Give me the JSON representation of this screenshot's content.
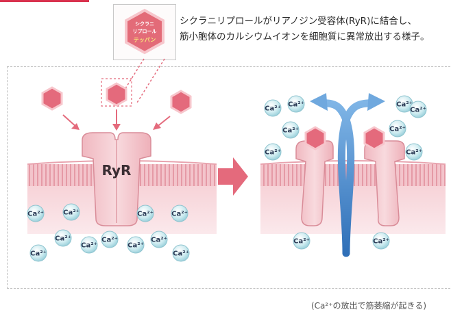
{
  "caption": {
    "line1": "シクラニリプロールがリアノジン受容体(RyR)に結合し、",
    "line2": "筋小胞体のカルシウムイオンを細胞質に異常放出する様子。"
  },
  "legend": {
    "line1": "シクラニ",
    "line2": "リプロール",
    "line3": "テッパン"
  },
  "diagram": {
    "receptor_label": "RyR",
    "ion_label": "Ca²⁺"
  },
  "footnote": "(Ca²⁺の放出で筋萎縮が起きる)",
  "colors": {
    "accent": "#d9324e",
    "hexagon": "#e8707a",
    "receptor": "#f3c9cf",
    "membrane": "#f0b9c0",
    "ion": "#bfe3ea",
    "flow_arrow": "#3d7ec7",
    "transition_arrow": "#e46a7c"
  }
}
